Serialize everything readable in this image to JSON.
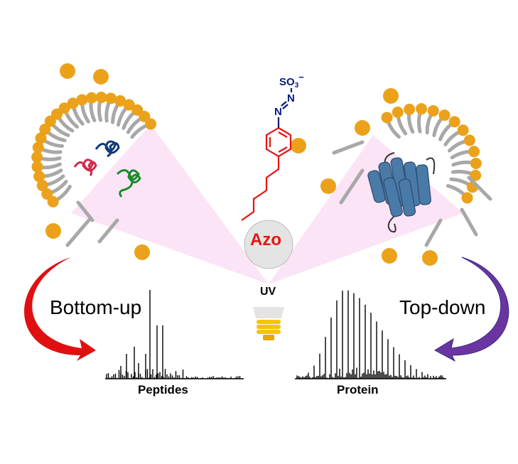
{
  "molecule": {
    "name": "Azo",
    "atom_n1": "N",
    "atom_n2": "N",
    "group": "SO",
    "group_sub": "3",
    "charge": "−"
  },
  "light": {
    "label": "UV"
  },
  "workflows": {
    "left": {
      "label": "Bottom-up",
      "spectrum_label": "Peptides"
    },
    "right": {
      "label": "Top-down",
      "spectrum_label": "Protein"
    }
  },
  "colors": {
    "azo": "#ee1111",
    "heteroatom": "#0a1a7a",
    "lipid_head": "#eba21a",
    "beam": "#fbe4f6",
    "left_arrow": "#e01010",
    "right_arrow": "#6a35a0",
    "protein": "#4a7aa8"
  }
}
